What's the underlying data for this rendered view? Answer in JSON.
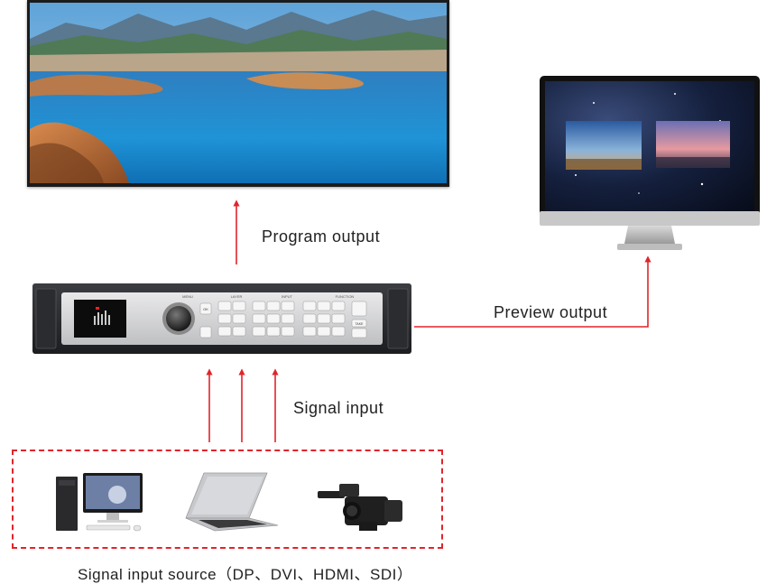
{
  "labels": {
    "program_output": "Program output",
    "preview_output": "Preview output",
    "signal_input": "Signal input",
    "signal_input_source": "Signal input source（DP、DVI、HDMI、SDI）"
  },
  "device_panel": {
    "menu": "MENU",
    "layer": "LAYER",
    "input": "INPUT",
    "function": "FUNCTION",
    "ok": "OK",
    "take": "TAKE"
  },
  "colors": {
    "arrow": "#e1242b",
    "dashed_border": "#e1242b",
    "device_body": "#2a2b2e"
  },
  "icons": {
    "desktop": "desktop-computer-icon",
    "laptop": "laptop-icon",
    "camera": "video-camera-icon"
  }
}
